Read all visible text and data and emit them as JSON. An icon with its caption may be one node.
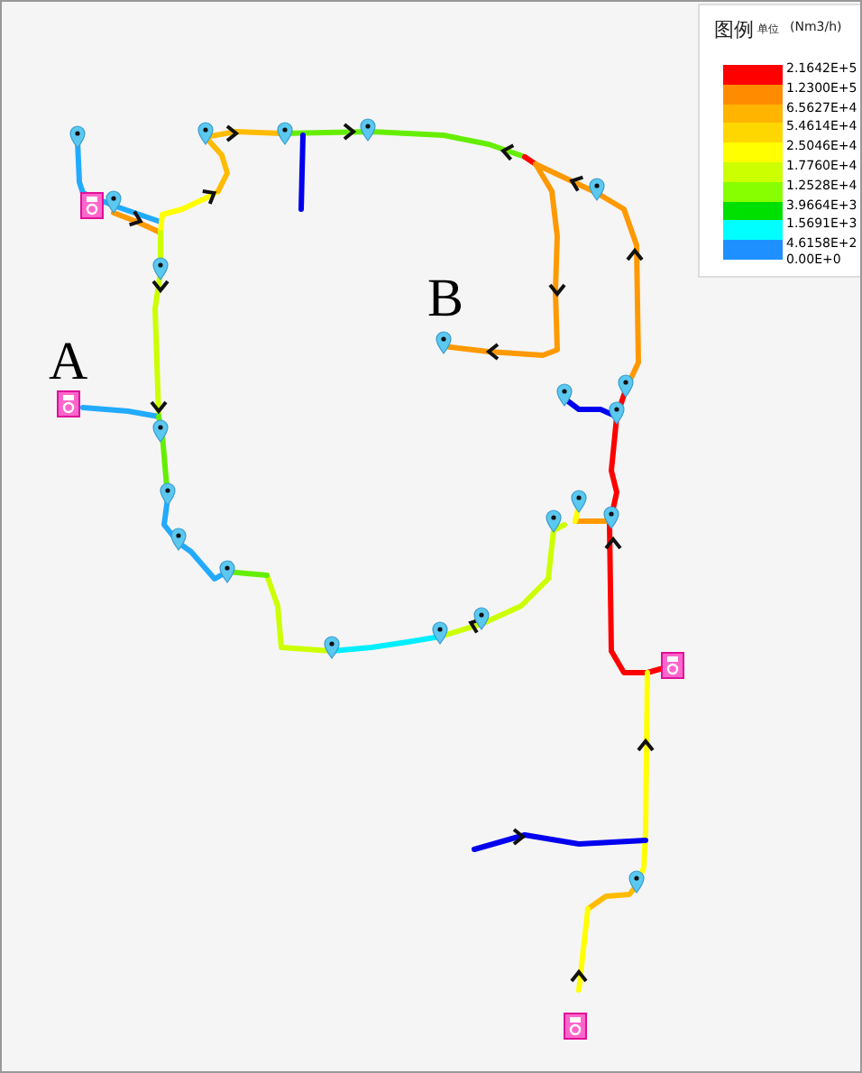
{
  "diagram": {
    "labels": [
      "图例",
      "单位",
      "(Nm3/h)",
      "0.00E+0",
      "B",
      "A"
    ],
    "legend": [
      {
        "text": "2.1642E+5",
        "color": "#ff0000"
      },
      {
        "text": "1.2300E+5",
        "color": "#ff8c00"
      },
      {
        "text": "6.5627E+4",
        "color": "#ffb400"
      },
      {
        "text": "5.4614E+4",
        "color": "#ffd700"
      },
      {
        "text": "2.5046E+4",
        "color": "#ffff00"
      },
      {
        "text": "1.7760E+4",
        "color": "#ccff00"
      },
      {
        "text": "1.2528E+4",
        "color": "#88ff00"
      },
      {
        "text": "3.9664E+3",
        "color": "#00e000"
      },
      {
        "text": "1.5691E+3",
        "color": "#00ffff"
      },
      {
        "text": "4.6158E+2",
        "color": "#1e90ff"
      }
    ]
  }
}
